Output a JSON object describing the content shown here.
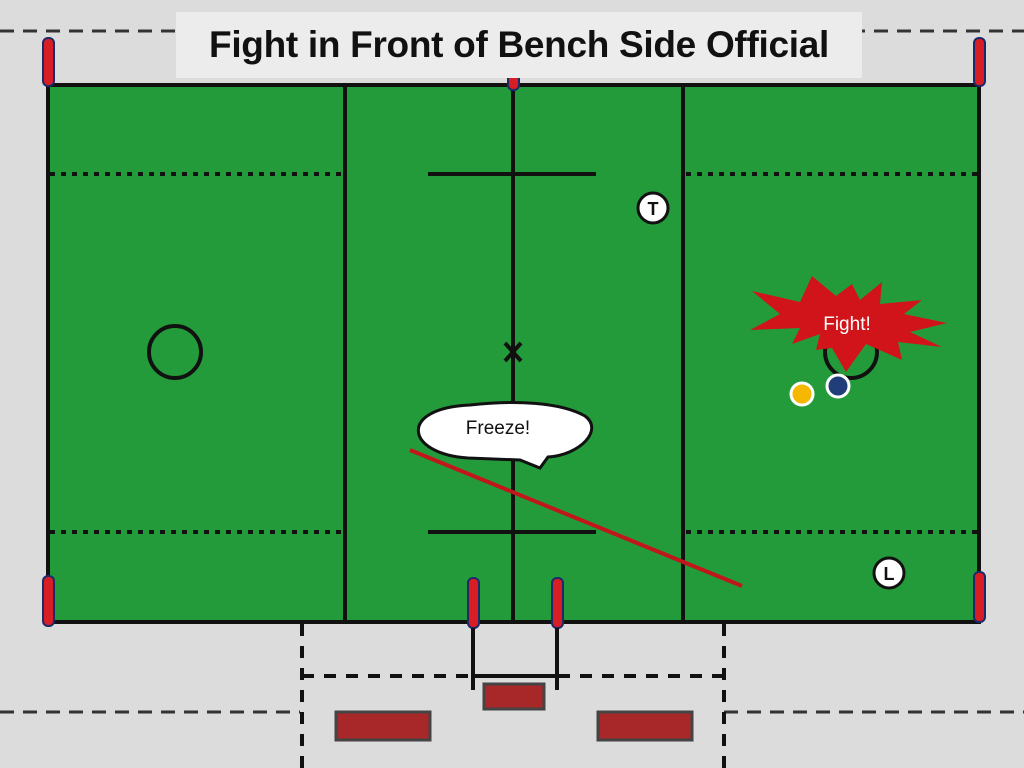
{
  "title": "Fight in Front of Bench Side Official",
  "officials": {
    "trail": "T",
    "lead": "L"
  },
  "callouts": {
    "fight": "Fight!",
    "freeze": "Freeze!"
  },
  "colors": {
    "background": "#dcdcdc",
    "field": "#249b3a",
    "lines": "#111111",
    "fight_burst": "#d0141a",
    "player_yellow": "#f5b700",
    "player_blue": "#1f3e7a",
    "penalty_boxes": "#a8282a",
    "sight_line": "#c0161c"
  }
}
